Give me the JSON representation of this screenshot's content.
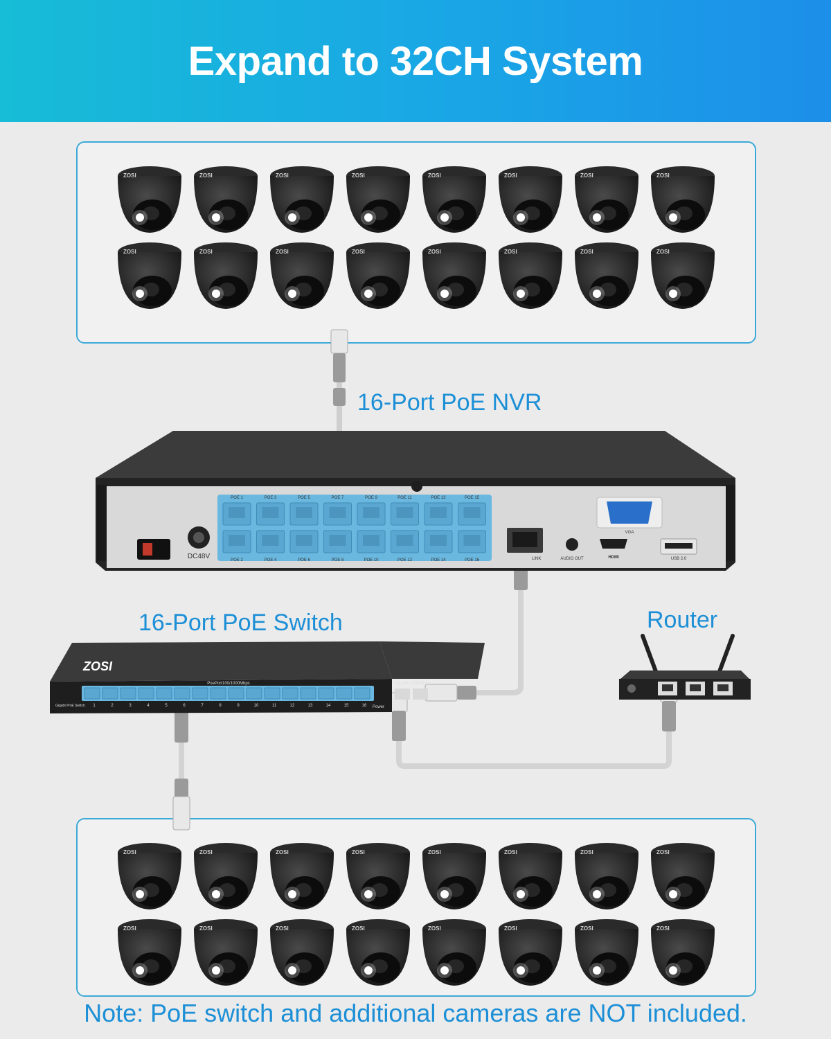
{
  "title": "Expand to 32CH System",
  "labels": {
    "nvr": "16-Port PoE NVR",
    "switch": "16-Port PoE Switch",
    "router": "Router"
  },
  "note": "Note: PoE switch and additional cameras are NOT included.",
  "nvr_panel": {
    "power_label": "DC48V",
    "top_ports": [
      "POE 1",
      "POE 3",
      "POE 5",
      "POE 7",
      "POE 9",
      "POE 11",
      "POE 13",
      "POE 15"
    ],
    "bottom_ports": [
      "POE 2",
      "POE 4",
      "POE 6",
      "POE 8",
      "POE 10",
      "POE 12",
      "POE 14",
      "POE 16"
    ],
    "vga": "VGA",
    "audio": "AUDIO OUT",
    "hdmi": "HDMI",
    "usb": "USB 2.0",
    "lan": "LINK"
  },
  "switch_panel": {
    "brand": "ZOSI",
    "ports_title": "PoePort100/1000Mbps",
    "uplink_title": "Up Link -1000Mbps",
    "model": "Gigabit PoE Switch",
    "power": "Power",
    "port_numbers": [
      "1",
      "2",
      "3",
      "4",
      "5",
      "6",
      "7",
      "8",
      "9",
      "10",
      "11",
      "12",
      "13",
      "14",
      "15",
      "16"
    ]
  },
  "camera": {
    "brand": "ZOSI"
  },
  "colors": {
    "accent": "#1c8fd6",
    "banner_start": "#17bcd6",
    "banner_end": "#1c8fe8",
    "port_blue": "#6ab8e0"
  }
}
